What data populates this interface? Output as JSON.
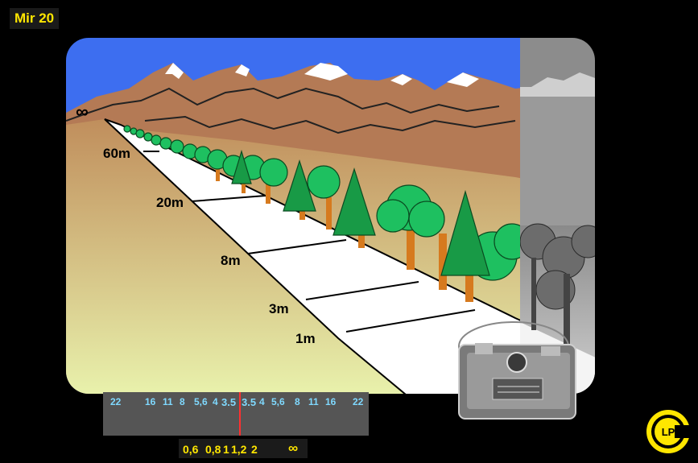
{
  "title": "Mir 20",
  "infinity_symbol": "∞",
  "distance_marks": [
    "60m",
    "20m",
    "8m",
    "3m",
    "1m"
  ],
  "aperture_scale": {
    "left": [
      "22",
      "16",
      "11",
      "8",
      "5,6",
      "4",
      "3.5"
    ],
    "right": [
      "3.5",
      "4",
      "5,6",
      "8",
      "11",
      "16",
      "22"
    ]
  },
  "distance_scale": [
    "0,6",
    "0,8",
    "1",
    "1,2",
    "2",
    "∞"
  ],
  "logo_text": "LP",
  "colors": {
    "sky": "#3d6ef0",
    "mountain": "#b47a55",
    "ground_top": "#c99a62",
    "ground_bottom": "#e8f0a8",
    "road": "#ffffff",
    "accent_yellow": "#ffe600",
    "scale_numbers": "#7fd9ff",
    "index_mark": "#ff3030"
  }
}
